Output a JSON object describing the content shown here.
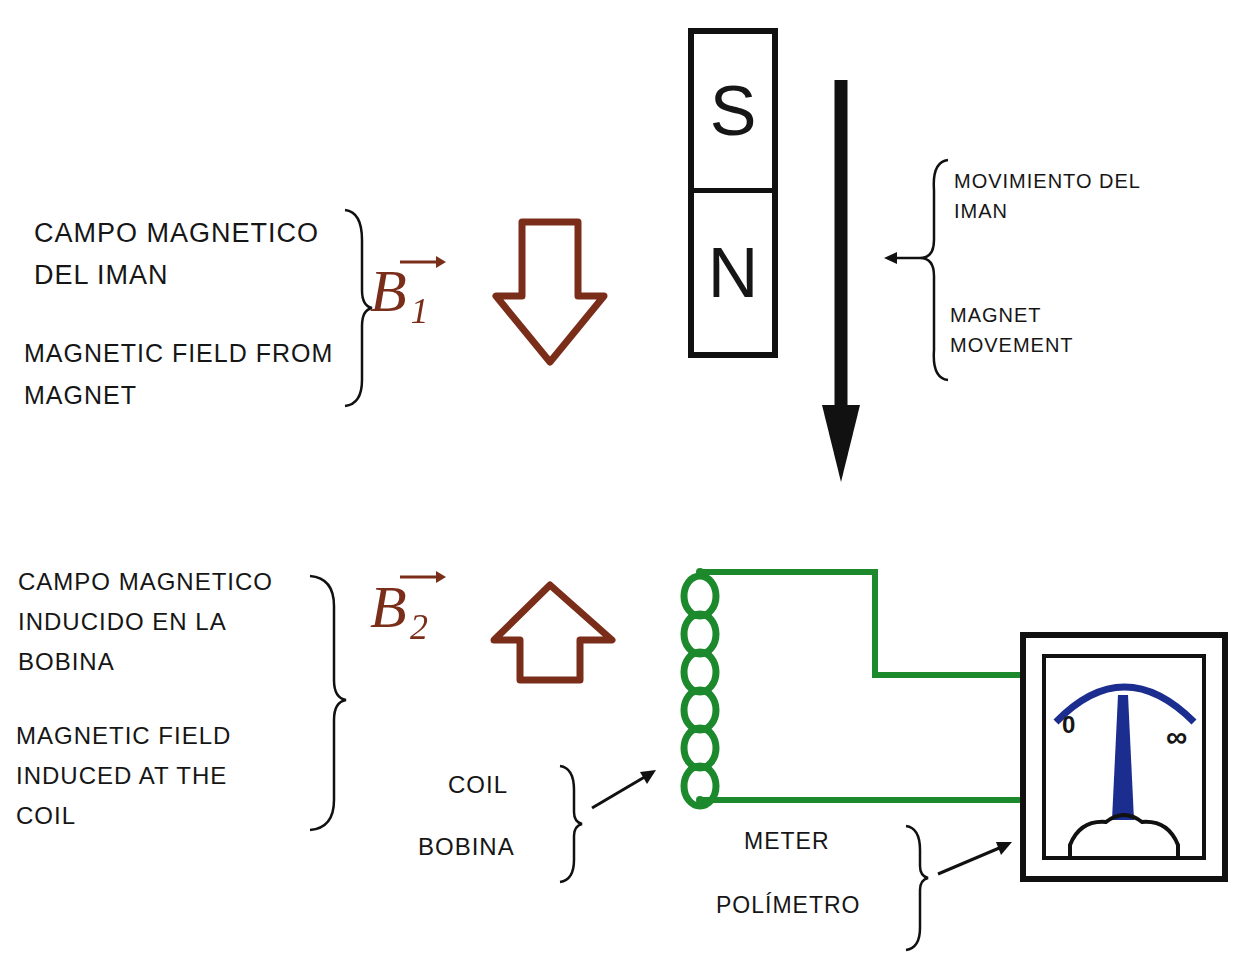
{
  "diagram": {
    "nodes": [
      {
        "text": [
          "S",
          "N"
        ]
      },
      {
        "text": [
          "0",
          "∞"
        ]
      }
    ],
    "labels": [
      "CAMPO MAGNETICO DEL IMAN",
      "MAGNETIC FIELD FROM MAGNET",
      "B₁",
      "MOVIMIENTO DEL IMAN",
      "MAGNET MOVEMENT",
      "CAMPO MAGNETICO INDUCIDO EN LA BOBINA",
      "MAGNETIC FIELD INDUCED AT THE COIL",
      "B₂",
      "COIL",
      "BOBINA",
      "METER",
      "POLÍMETRO"
    ]
  }
}
